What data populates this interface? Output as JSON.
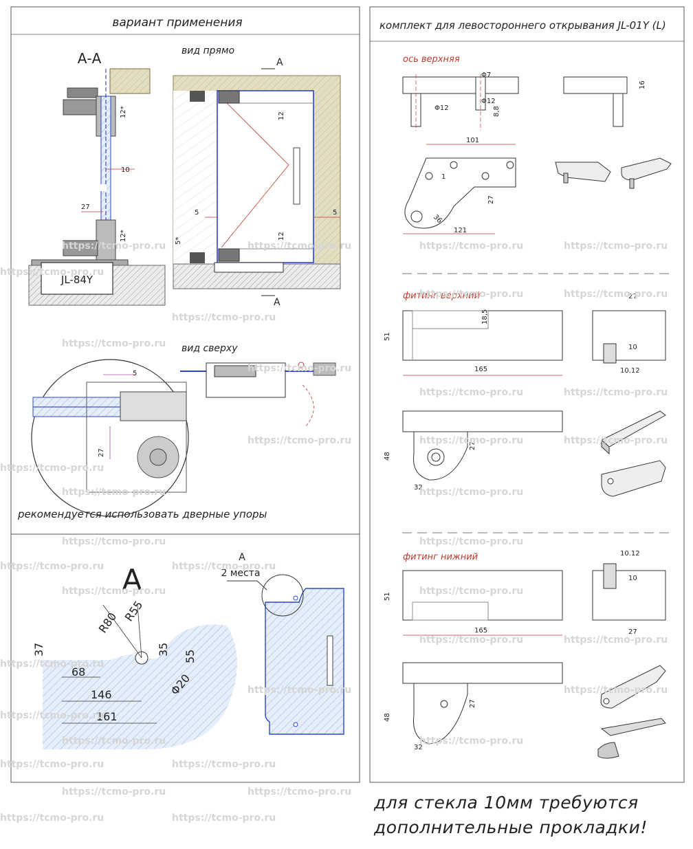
{
  "left": {
    "section_title": "вариант применения",
    "section_aa_label": "А-А",
    "view_front_label": "вид прямо",
    "view_top_label": "вид сверху",
    "section_marker": "А",
    "floor_closer_label": "JL-84Y",
    "dims_section": [
      "12*",
      "10",
      "27",
      "12*"
    ],
    "dims_front": [
      "12",
      "5",
      "5",
      "5*",
      "12"
    ],
    "dims_top": [
      "5",
      "27"
    ],
    "recommendation": "рекомендуется использовать дверные упоры",
    "detail": {
      "title": "А",
      "callout_letter": "А",
      "callout_text": "2 места",
      "dims": [
        "37",
        "R80",
        "R55",
        "35",
        "55",
        "68",
        "146",
        "161",
        "Φ20"
      ]
    }
  },
  "right": {
    "kit_title": "комплект для левостороннего открывания JL-01Y (L)",
    "axis_top": {
      "label": "ось верхняя",
      "dims": [
        "Φ7",
        "Φ12",
        "Φ12",
        "8,8",
        "16",
        "101",
        "1",
        "27",
        "36",
        "121"
      ]
    },
    "fitting_top": {
      "label": "фитинг верхний",
      "dims": [
        "51",
        "18,5",
        "165",
        "27",
        "10",
        "10.12",
        "48",
        "27",
        "32"
      ]
    },
    "fitting_bottom": {
      "label": "фитинг нижний",
      "dims": [
        "51",
        "165",
        "10.12",
        "10",
        "27",
        "48",
        "27",
        "32"
      ]
    }
  },
  "footer": {
    "line1": "для стекла 10мм требуются",
    "line2": "дополнительные прокладки!"
  },
  "watermark": "https://tcmo-pro.ru",
  "colors": {
    "glass_fill": "#cfe0f3",
    "glass_edge": "#2a46c8",
    "label_red": "#c0392b",
    "hatch": "#8fb3e0",
    "wall": "#d8cfa5",
    "floor_hatch": "#9a9a9a"
  }
}
